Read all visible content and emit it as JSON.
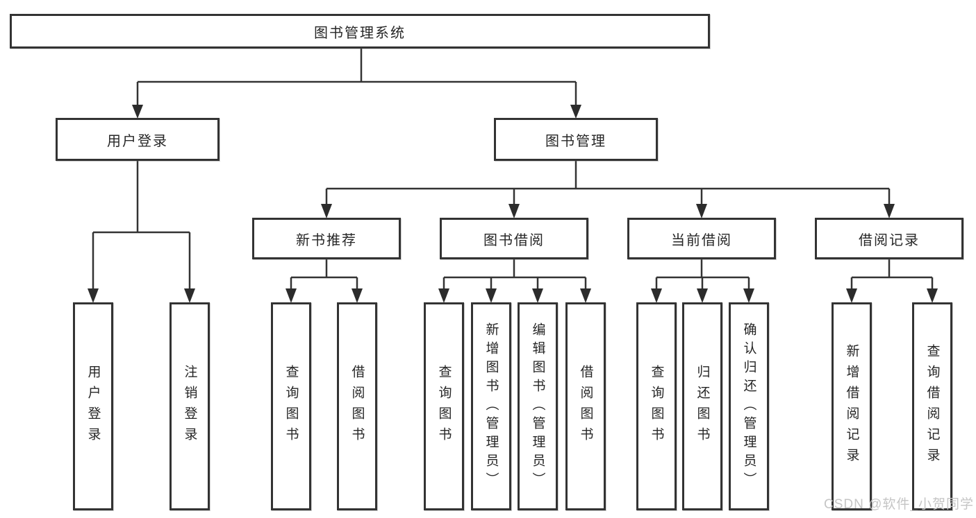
{
  "diagram_type": "hierarchy-tree",
  "colors": {
    "line": "#333333",
    "box_border": "#333333",
    "text": "#262626",
    "background": "#ffffff",
    "watermark": "#c5c5c5"
  },
  "tree": {
    "root": {
      "label": "图书管理系统",
      "children": [
        {
          "label": "用户登录",
          "children": [
            {
              "label": "用户登录"
            },
            {
              "label": "注销登录"
            }
          ]
        },
        {
          "label": "图书管理",
          "children": [
            {
              "label": "新书推荐",
              "children": [
                {
                  "label": "查询图书"
                },
                {
                  "label": "借阅图书"
                }
              ]
            },
            {
              "label": "图书借阅",
              "children": [
                {
                  "label": "查询图书"
                },
                {
                  "label": "新增图书（管理员）"
                },
                {
                  "label": "编辑图书（管理员）"
                },
                {
                  "label": "借阅图书"
                }
              ]
            },
            {
              "label": "当前借阅",
              "children": [
                {
                  "label": "查询图书"
                },
                {
                  "label": "归还图书"
                },
                {
                  "label": "确认归还（管理员）"
                }
              ]
            },
            {
              "label": "借阅记录",
              "children": [
                {
                  "label": "新增借阅记录"
                },
                {
                  "label": "查询借阅记录"
                }
              ]
            }
          ]
        }
      ]
    }
  },
  "watermark": {
    "text": "CSDN @软件_小贺同学"
  }
}
